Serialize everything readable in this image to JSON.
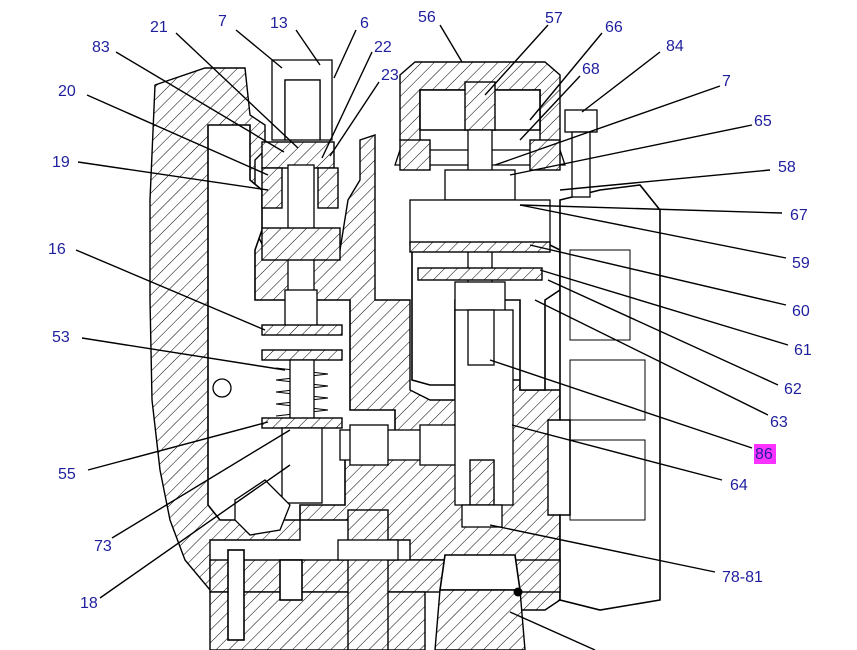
{
  "callouts": [
    {
      "id": "c7a",
      "text": "7"
    },
    {
      "id": "c13",
      "text": "13"
    },
    {
      "id": "c6",
      "text": "6"
    },
    {
      "id": "c56",
      "text": "56"
    },
    {
      "id": "c57",
      "text": "57"
    },
    {
      "id": "c66",
      "text": "66"
    },
    {
      "id": "c21",
      "text": "21"
    },
    {
      "id": "c83",
      "text": "83"
    },
    {
      "id": "c22",
      "text": "22"
    },
    {
      "id": "c84",
      "text": "84"
    },
    {
      "id": "c23",
      "text": "23"
    },
    {
      "id": "c68",
      "text": "68"
    },
    {
      "id": "c20",
      "text": "20"
    },
    {
      "id": "c7b",
      "text": "7"
    },
    {
      "id": "c65",
      "text": "65"
    },
    {
      "id": "c19",
      "text": "19"
    },
    {
      "id": "c58",
      "text": "58"
    },
    {
      "id": "c67",
      "text": "67"
    },
    {
      "id": "c16",
      "text": "16"
    },
    {
      "id": "c59",
      "text": "59"
    },
    {
      "id": "c60",
      "text": "60"
    },
    {
      "id": "c53",
      "text": "53"
    },
    {
      "id": "c61",
      "text": "61"
    },
    {
      "id": "c62",
      "text": "62"
    },
    {
      "id": "c63",
      "text": "63"
    },
    {
      "id": "c86",
      "text": "86",
      "highlight": "#ff33ff"
    },
    {
      "id": "c55",
      "text": "55"
    },
    {
      "id": "c64",
      "text": "64"
    },
    {
      "id": "c73",
      "text": "73"
    },
    {
      "id": "c78",
      "text": "78-81"
    },
    {
      "id": "c18",
      "text": "18"
    }
  ],
  "colors": {
    "callout_text": "#1f1f9e",
    "highlight": "#ff33ff",
    "line": "#000000"
  }
}
